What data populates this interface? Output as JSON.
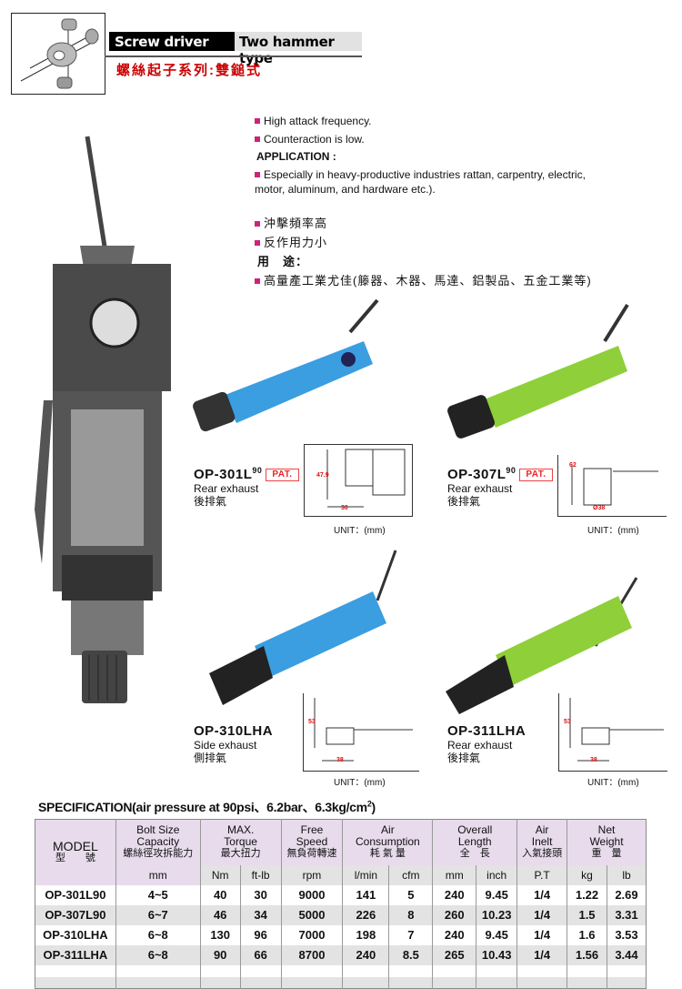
{
  "header": {
    "title_black": "Screw driver list",
    "title_gray": "Two hammer type",
    "title_cn": "螺絲起子系列:雙鎚式"
  },
  "features": {
    "en": [
      "High attack frequency.",
      "Counteraction is low."
    ],
    "application_label": "APPLICATION :",
    "application_text": "Especially in heavy-productive industries rattan, carpentry, electric, motor, aluminum, and hardware etc.).",
    "cn": [
      "沖擊頻率高",
      "反作用力小"
    ],
    "application_label_cn": "用　途：",
    "application_text_cn": "高量產工業尤佳(籐器、木器、馬達、鋁製品、五金工業等)"
  },
  "products": [
    {
      "model": "OP-301L",
      "sup": "90",
      "pat": "PAT.",
      "exhaust": "Rear exhaust",
      "exhaust_cn": "後排氣",
      "dims": [
        "47.9",
        "30"
      ],
      "unit": "UNIT：(mm)",
      "color": "#3a9ee0"
    },
    {
      "model": "OP-307L",
      "sup": "90",
      "pat": "PAT.",
      "exhaust": "Rear exhaust",
      "exhaust_cn": "後排氣",
      "dims": [
        "62",
        "Ø38"
      ],
      "unit": "UNIT：(mm)",
      "color": "#8fcf3a"
    },
    {
      "model": "OP-310LHA",
      "exhaust": "Side exhaust",
      "exhaust_cn": "側排氣",
      "dims": [
        "53",
        "38"
      ],
      "unit": "UNIT：(mm)",
      "color": "#3a9ee0"
    },
    {
      "model": "OP-311LHA",
      "exhaust": "Rear exhaust",
      "exhaust_cn": "後排氣",
      "dims": [
        "53",
        "38"
      ],
      "unit": "UNIT：(mm)",
      "color": "#8fcf3a"
    }
  ],
  "spec": {
    "title": "SPECIFICATION(air pressure at 90psi、6.2bar、6.3kg/cm",
    "title_sup": "2",
    "title_end": ")",
    "headers": [
      {
        "en": "MODEL",
        "cn": "型　　號"
      },
      {
        "en": "Bolt Size Capacity",
        "cn": "螺絲徑攻拆能力"
      },
      {
        "en": "MAX. Torque",
        "cn": "最大扭力"
      },
      {
        "en": "Free Speed",
        "cn": "無負荷轉速"
      },
      {
        "en": "Air Consumption",
        "cn": "耗 氣 量"
      },
      {
        "en": "Overall Length",
        "cn": "全　長"
      },
      {
        "en": "Air Inelt",
        "cn": "入氣接頭"
      },
      {
        "en": "Net Weight",
        "cn": "重　量"
      }
    ],
    "units": [
      "mm",
      "Nm",
      "ft-lb",
      "rpm",
      "l/min",
      "cfm",
      "mm",
      "inch",
      "P.T",
      "kg",
      "lb"
    ],
    "rows": [
      [
        "OP-301L90",
        "4~5",
        "40",
        "30",
        "9000",
        "141",
        "5",
        "240",
        "9.45",
        "1/4",
        "1.22",
        "2.69"
      ],
      [
        "OP-307L90",
        "6~7",
        "46",
        "34",
        "5000",
        "226",
        "8",
        "260",
        "10.23",
        "1/4",
        "1.5",
        "3.31"
      ],
      [
        "OP-310LHA",
        "6~8",
        "130",
        "96",
        "7000",
        "198",
        "7",
        "240",
        "9.45",
        "1/4",
        "1.6",
        "3.53"
      ],
      [
        "OP-311LHA",
        "6~8",
        "90",
        "66",
        "8700",
        "240",
        "8.5",
        "265",
        "10.43",
        "1/4",
        "1.56",
        "3.44"
      ]
    ]
  }
}
